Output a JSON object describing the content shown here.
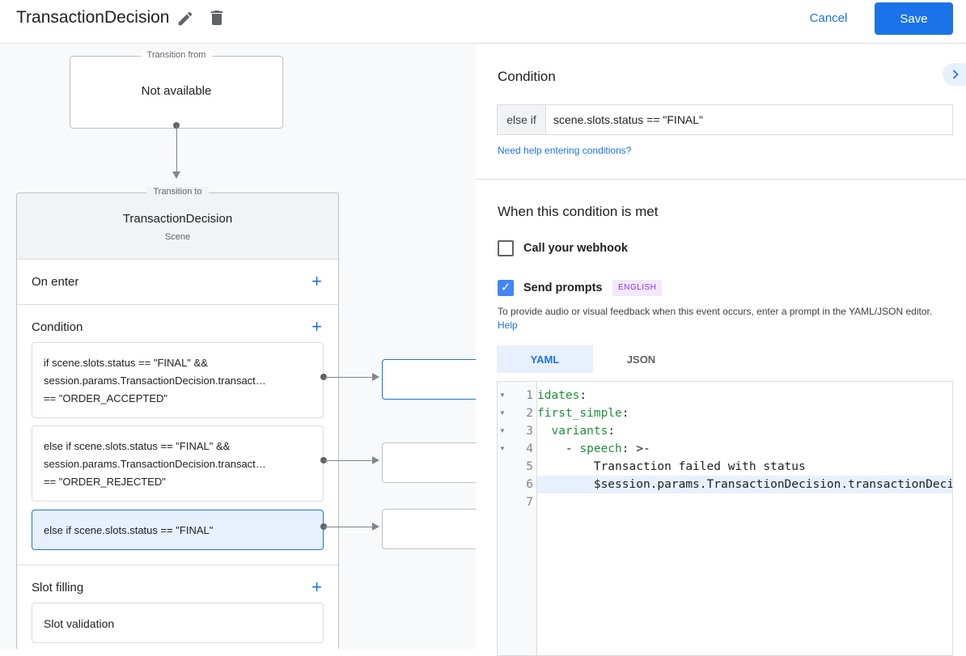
{
  "header": {
    "title": "TransactionDecision",
    "cancel_label": "Cancel",
    "save_label": "Save",
    "icons": [
      "edit-icon",
      "delete-icon"
    ]
  },
  "canvas": {
    "transition_from": {
      "legend": "Transition from",
      "value": "Not available"
    },
    "transition_to": {
      "legend": "Transition to",
      "scene_name": "TransactionDecision",
      "scene_type": "Scene"
    },
    "on_enter": "On enter",
    "condition": {
      "label": "Condition",
      "items": [
        {
          "lines": [
            "if scene.slots.status == \"FINAL\" &&",
            "session.params.TransactionDecision.transact…",
            "== \"ORDER_ACCEPTED\""
          ]
        },
        {
          "lines": [
            "else if scene.slots.status == \"FINAL\" &&",
            "session.params.TransactionDecision.transact…",
            "== \"ORDER_REJECTED\""
          ]
        },
        {
          "lines": [
            "else if scene.slots.status == \"FINAL\""
          ]
        }
      ]
    },
    "slot_filling": "Slot filling",
    "slot_validation": "Slot validation"
  },
  "panel": {
    "condition_title": "Condition",
    "condition_prefix": "else if",
    "condition_value": "scene.slots.status == \"FINAL\"",
    "help_link": "Need help entering conditions?",
    "met_title": "When this condition is met",
    "webhook_label": "Call your webhook",
    "webhook_checked": false,
    "prompts_label": "Send prompts",
    "prompts_checked": true,
    "language_badge": "ENGLISH",
    "description": "To provide audio or visual feedback when this event occurs, enter a prompt in the YAML/JSON editor.",
    "description_link": "Help",
    "tabs": [
      {
        "label": "YAML",
        "active": true
      },
      {
        "label": "JSON",
        "active": false
      }
    ],
    "editor_lines": [
      {
        "n": "1",
        "fold": true,
        "key": "idates",
        "rest": ":"
      },
      {
        "n": "2",
        "fold": true,
        "key": "first_simple",
        "rest": ":"
      },
      {
        "n": "3",
        "fold": true,
        "indent": "  ",
        "key": "variants",
        "rest": ":"
      },
      {
        "n": "4",
        "fold": true,
        "indent": "    - ",
        "key": "speech",
        "rest": ": >-"
      },
      {
        "n": "5",
        "fold": false,
        "indent": "        ",
        "key": "",
        "rest": "Transaction failed with status"
      },
      {
        "n": "6",
        "fold": false,
        "indent": "        ",
        "key": "",
        "rest": "$session.params.TransactionDecision.transactionDecision",
        "active": true
      },
      {
        "n": "7",
        "fold": false,
        "key": "",
        "rest": ""
      }
    ]
  },
  "colors": {
    "accent": "#1a73e8",
    "badge_bg": "#f3e8fd",
    "badge_text": "#9334e6",
    "yaml_key": "#1e8e3e"
  }
}
